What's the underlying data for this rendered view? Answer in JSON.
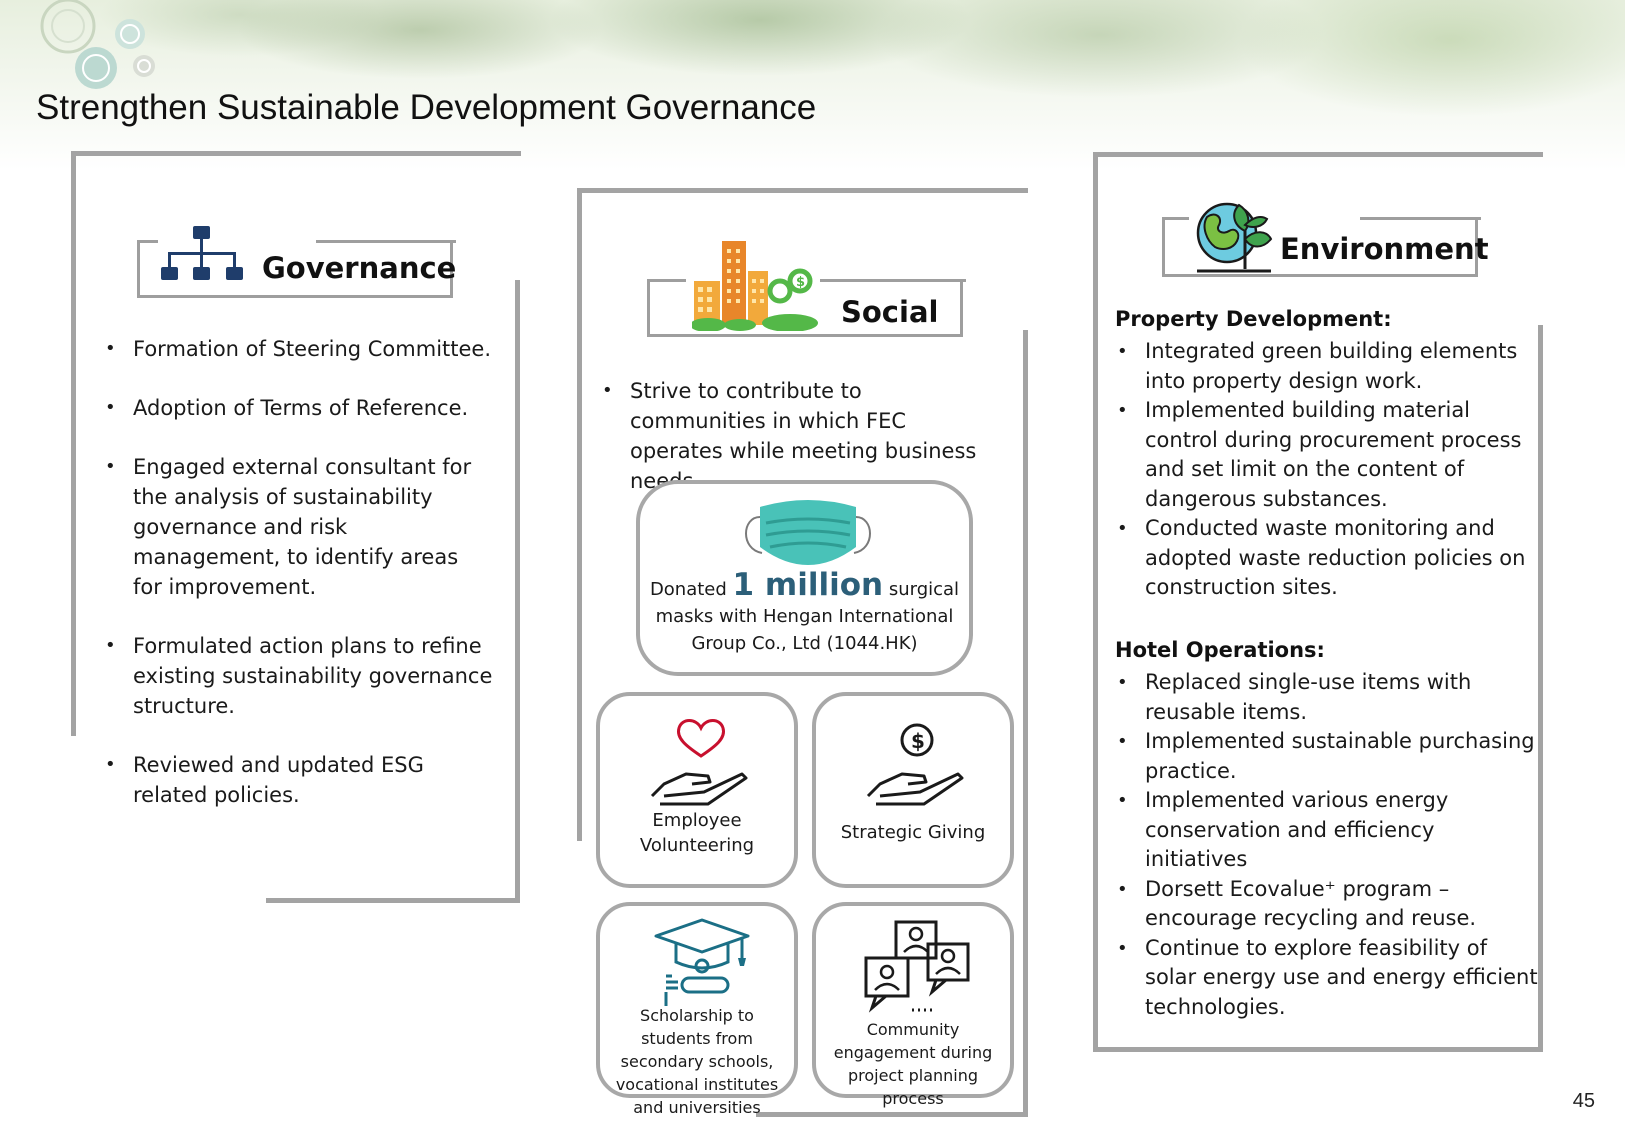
{
  "page": {
    "title": "Strengthen Sustainable Development Governance",
    "number": "45"
  },
  "governance": {
    "heading": "Governance",
    "items": [
      "Formation of Steering Committee.",
      "Adoption of Terms of Reference.",
      "Engaged external consultant for the analysis of sustainability governance and risk management, to identify areas for improvement.",
      "Formulated action plans to refine existing sustainability governance structure.",
      "Reviewed and updated ESG related policies."
    ]
  },
  "social": {
    "heading": "Social",
    "items": [
      "Strive to contribute to communities in which FEC operates while meeting business needs."
    ],
    "donation": {
      "prefix": "Donated",
      "amount": "1 million",
      "suffix": "surgical",
      "rest": "masks with Hengan International Group Co., Ltd (1044.HK)"
    },
    "cards": {
      "volunteering": "Employee Volunteering",
      "giving": "Strategic Giving",
      "scholarship": "Scholarship to students from secondary schools, vocational institutes and universities",
      "community": "Community engagement during project planning process"
    }
  },
  "environment": {
    "heading": "Environment",
    "property_heading": "Property Development:",
    "property_items": [
      "Integrated green building elements into property design work.",
      "Implemented building material control during procurement process and set limit on the content of dangerous substances.",
      "Conducted waste monitoring and adopted waste reduction policies on construction sites."
    ],
    "hotel_heading": "Hotel Operations:",
    "hotel_items": [
      "Replaced single-use items with reusable items.",
      "Implemented sustainable purchasing practice.",
      "Implemented various energy conservation and efficiency initiatives",
      "Dorsett Ecovalue⁺ program – encourage recycling and reuse.",
      "Continue to explore feasibility of solar energy use and energy efficient technologies."
    ]
  },
  "colors": {
    "frame": "#a3a3a3",
    "governance_icon": "#1f3d6b",
    "accent_text": "#2c5f79",
    "heart": "#c8102e"
  }
}
